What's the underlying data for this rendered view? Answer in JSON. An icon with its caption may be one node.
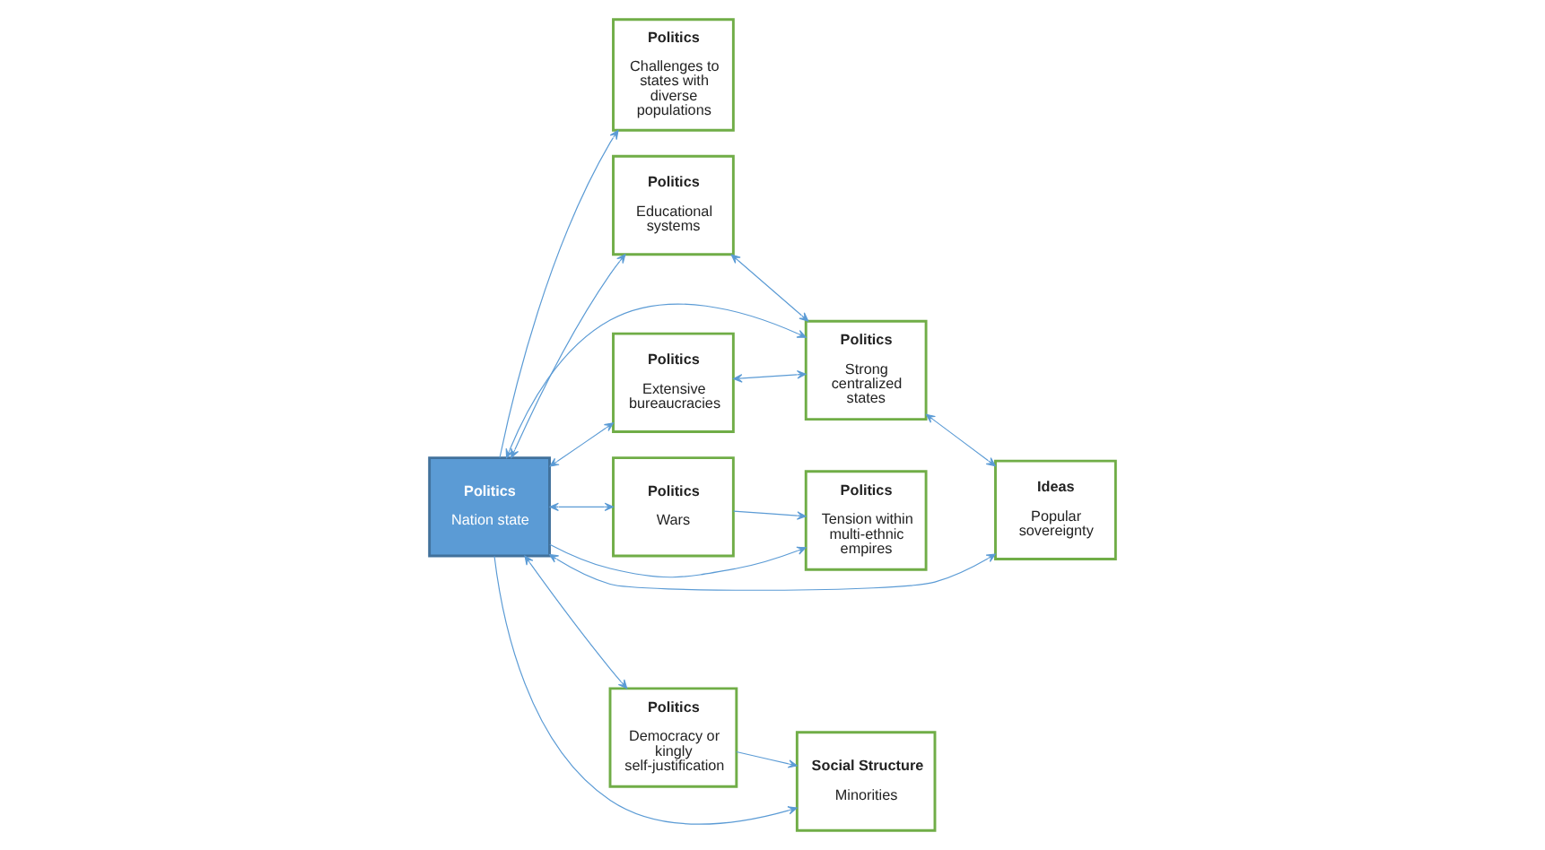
{
  "diagram": {
    "nodes": [
      {
        "text": [
          "Politics",
          "Nation state"
        ]
      },
      {
        "text": [
          "Politics",
          "Challenges to states with diverse populations"
        ]
      },
      {
        "text": [
          "Politics",
          "Educational systems"
        ]
      },
      {
        "text": [
          "Politics",
          "Wars"
        ]
      },
      {
        "text": [
          "Politics",
          "Tension within multi-ethnic empires"
        ]
      },
      {
        "text": [
          "Politics",
          "Strong centralized states"
        ]
      },
      {
        "text": [
          "Politics",
          "Extensive bureaucracies"
        ]
      },
      {
        "text": [
          "Ideas",
          "Popular sovereignty"
        ]
      },
      {
        "text": [
          "Politics",
          "Democracy or kingly self-justification"
        ]
      },
      {
        "text": [
          "Social Structure",
          "Minorities"
        ]
      }
    ],
    "edges": [
      {
        "from": 0,
        "to": 1,
        "arrow": "to"
      },
      {
        "from": 0,
        "to": 2,
        "arrow": "both"
      },
      {
        "from": 0,
        "to": 3,
        "arrow": "both"
      },
      {
        "from": 0,
        "to": 6,
        "arrow": "both"
      },
      {
        "from": 0,
        "to": 5,
        "arrow": "both"
      },
      {
        "from": 2,
        "to": 5,
        "arrow": "both"
      },
      {
        "from": 6,
        "to": 5,
        "arrow": "both"
      },
      {
        "from": 0,
        "to": 7,
        "arrow": "both"
      },
      {
        "from": 5,
        "to": 7,
        "arrow": "both"
      },
      {
        "from": 0,
        "to": 8,
        "arrow": "both"
      },
      {
        "from": 3,
        "to": 4,
        "arrow": "to"
      },
      {
        "from": 0,
        "to": 4,
        "arrow": "to"
      },
      {
        "from": 0,
        "to": 9,
        "arrow": "to"
      },
      {
        "from": 8,
        "to": 9,
        "arrow": "to"
      }
    ]
  }
}
